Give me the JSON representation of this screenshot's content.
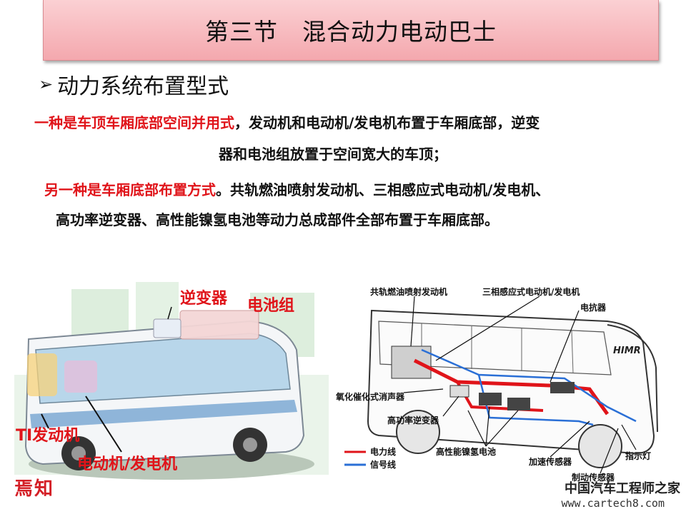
{
  "header": {
    "title": "第三节　混合动力电动巴士"
  },
  "section": {
    "bullet_icon": "arrow-right-icon",
    "heading": "动力系统布置型式"
  },
  "paragraph1": {
    "highlight": "一种是车顶车厢底部空间并用式",
    "rest_line1": "，发动机和电动机/发电机布置于车厢底部，逆变",
    "line2": "器和电池组放置于空间宽大的车顶；"
  },
  "paragraph2": {
    "highlight": "另一种是车厢底部布置方式",
    "rest_line1": "。共轨燃油喷射发动机、三相感应式电动机/发电机、",
    "line2": "高功率逆变器、高性能镍氢电池等动力总成部件全部布置于车厢底部。"
  },
  "left_figure": {
    "labels": {
      "inverter": "逆变器",
      "battery": "电池组",
      "engine": "TI发动机",
      "motor": "电动机/发电机"
    }
  },
  "right_figure": {
    "labels": {
      "engine": "共轨燃油喷射发动机",
      "motor": "三相感应式电动机/发电机",
      "resistor": "电抗器",
      "catalyst": "氧化催化式消声器",
      "inverter": "高功率逆变器",
      "battery": "高性能镍氢电池",
      "accel": "加速传感器",
      "brake": "制动传感器",
      "indicator": "指示灯",
      "bus_mark": "HIMR"
    },
    "legend": [
      {
        "label": "电力线",
        "color": "#e0141a"
      },
      {
        "label": "信号线",
        "color": "#2a6fd6"
      }
    ]
  },
  "footer": {
    "logo": "焉知",
    "watermark_cn": "中国汽车工程师之家",
    "watermark_url": "www.cartech8.com"
  },
  "colors": {
    "accent_red": "#e0141a",
    "title_bg": "#f4a8ae",
    "signal_blue": "#2a6fd6"
  }
}
